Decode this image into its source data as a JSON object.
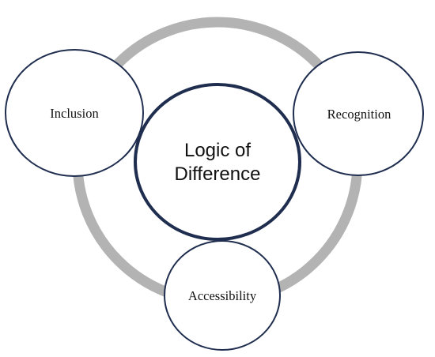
{
  "diagram": {
    "center": {
      "line1": "Logic of",
      "line2": "Difference"
    },
    "nodes": {
      "inclusion": "Inclusion",
      "recognition": "Recognition",
      "accessibility": "Accessibility"
    }
  },
  "colors": {
    "ring": "#b3b3b3",
    "circle_stroke": "#1f2d4f",
    "circle_fill": "#ffffff",
    "text": "#111111"
  }
}
